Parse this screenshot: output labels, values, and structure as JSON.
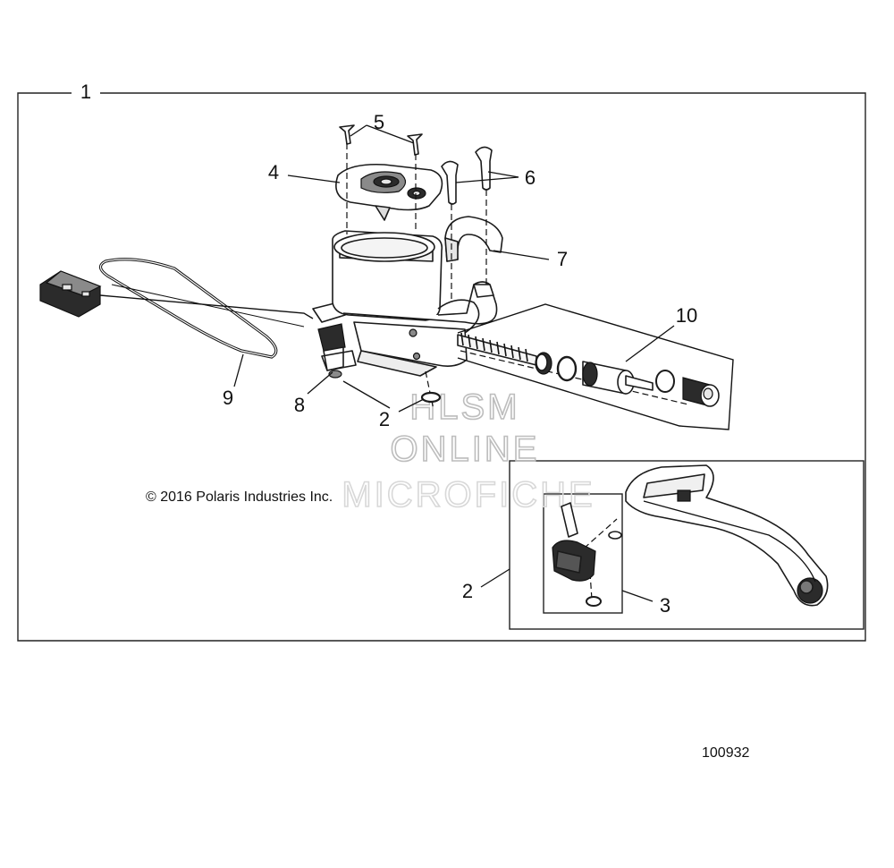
{
  "callouts": {
    "c1": "1",
    "c2a": "2",
    "c2b": "2",
    "c3": "3",
    "c4": "4",
    "c5": "5",
    "c6": "6",
    "c7": "7",
    "c8": "8",
    "c9": "9",
    "c10": "10"
  },
  "copyright": "© 2016 Polaris Industries Inc.",
  "figure_id": "100932",
  "watermark": {
    "line1": "HLSM",
    "line2": "ONLINE",
    "line3": "MICROFICHE"
  }
}
